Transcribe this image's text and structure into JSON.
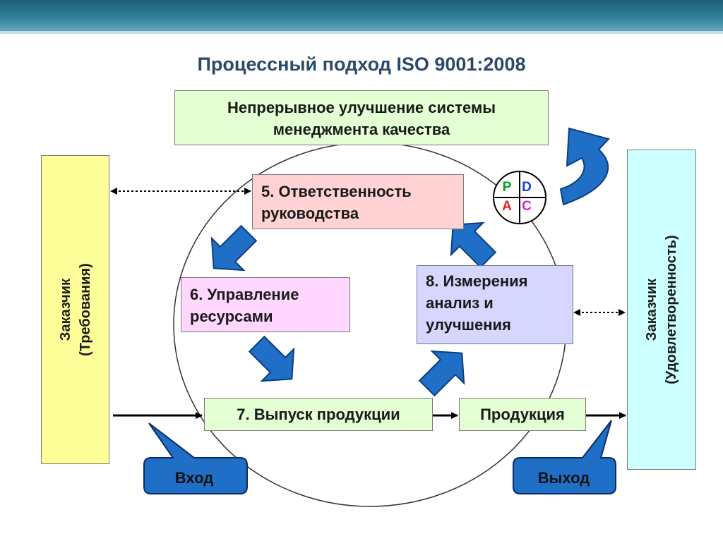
{
  "title": "Процессный подход ISO 9001:2008",
  "improvement": {
    "line1": "Непрерывное улучшение системы",
    "line2": "менеджмента качества"
  },
  "process5": {
    "line1": "5. Ответственность",
    "line2": "руководства"
  },
  "process6": {
    "line1": "6. Управление",
    "line2": "ресурсами"
  },
  "process7": {
    "label": "7. Выпуск продукции"
  },
  "process8": {
    "line1": "8. Измерения",
    "line2": "анализ и",
    "line3": "улучшения"
  },
  "product": {
    "label": "Продукция"
  },
  "customer_left": {
    "line1": "Заказчик",
    "line2": "(Требования)"
  },
  "customer_right": {
    "line1": "Заказчик",
    "line2": "(Удовлетворенность)"
  },
  "input_label": "Вход",
  "output_label": "Выход",
  "pdca": {
    "p": "P",
    "d": "D",
    "a": "A",
    "c": "C"
  },
  "colors": {
    "arrow_blue": "#1f6fc7",
    "header": "#2e7f96",
    "title": "#2b4a6a"
  }
}
